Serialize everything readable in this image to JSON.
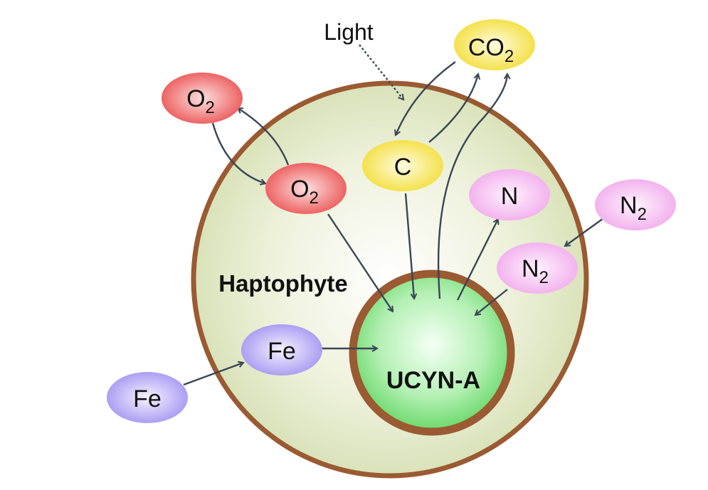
{
  "light_label": "Light",
  "host_label": "Haptophyte",
  "symbiont_label": "UCYN-A",
  "nodes": {
    "co2_outside": {
      "base": "CO",
      "sub": "2"
    },
    "o2_outside": {
      "base": "O",
      "sub": "2"
    },
    "o2_inside": {
      "base": "O",
      "sub": "2"
    },
    "carbon": {
      "base": "C",
      "sub": ""
    },
    "nitrogen": {
      "base": "N",
      "sub": ""
    },
    "n2_outside": {
      "base": "N",
      "sub": "2"
    },
    "n2_inside": {
      "base": "N",
      "sub": "2"
    },
    "fe_inside": {
      "base": "Fe",
      "sub": ""
    },
    "fe_outside": {
      "base": "Fe",
      "sub": ""
    }
  },
  "colors": {
    "cell_wall": "#9a5a32",
    "host_fill": "#d4deb0",
    "symbiont_fill": "#7fe07f",
    "oxygen": "#ef5b5b",
    "carbon": "#f5e24a",
    "nitrogen": "#f3aef0",
    "iron": "#a99bee",
    "arrow": "#3a4655"
  }
}
